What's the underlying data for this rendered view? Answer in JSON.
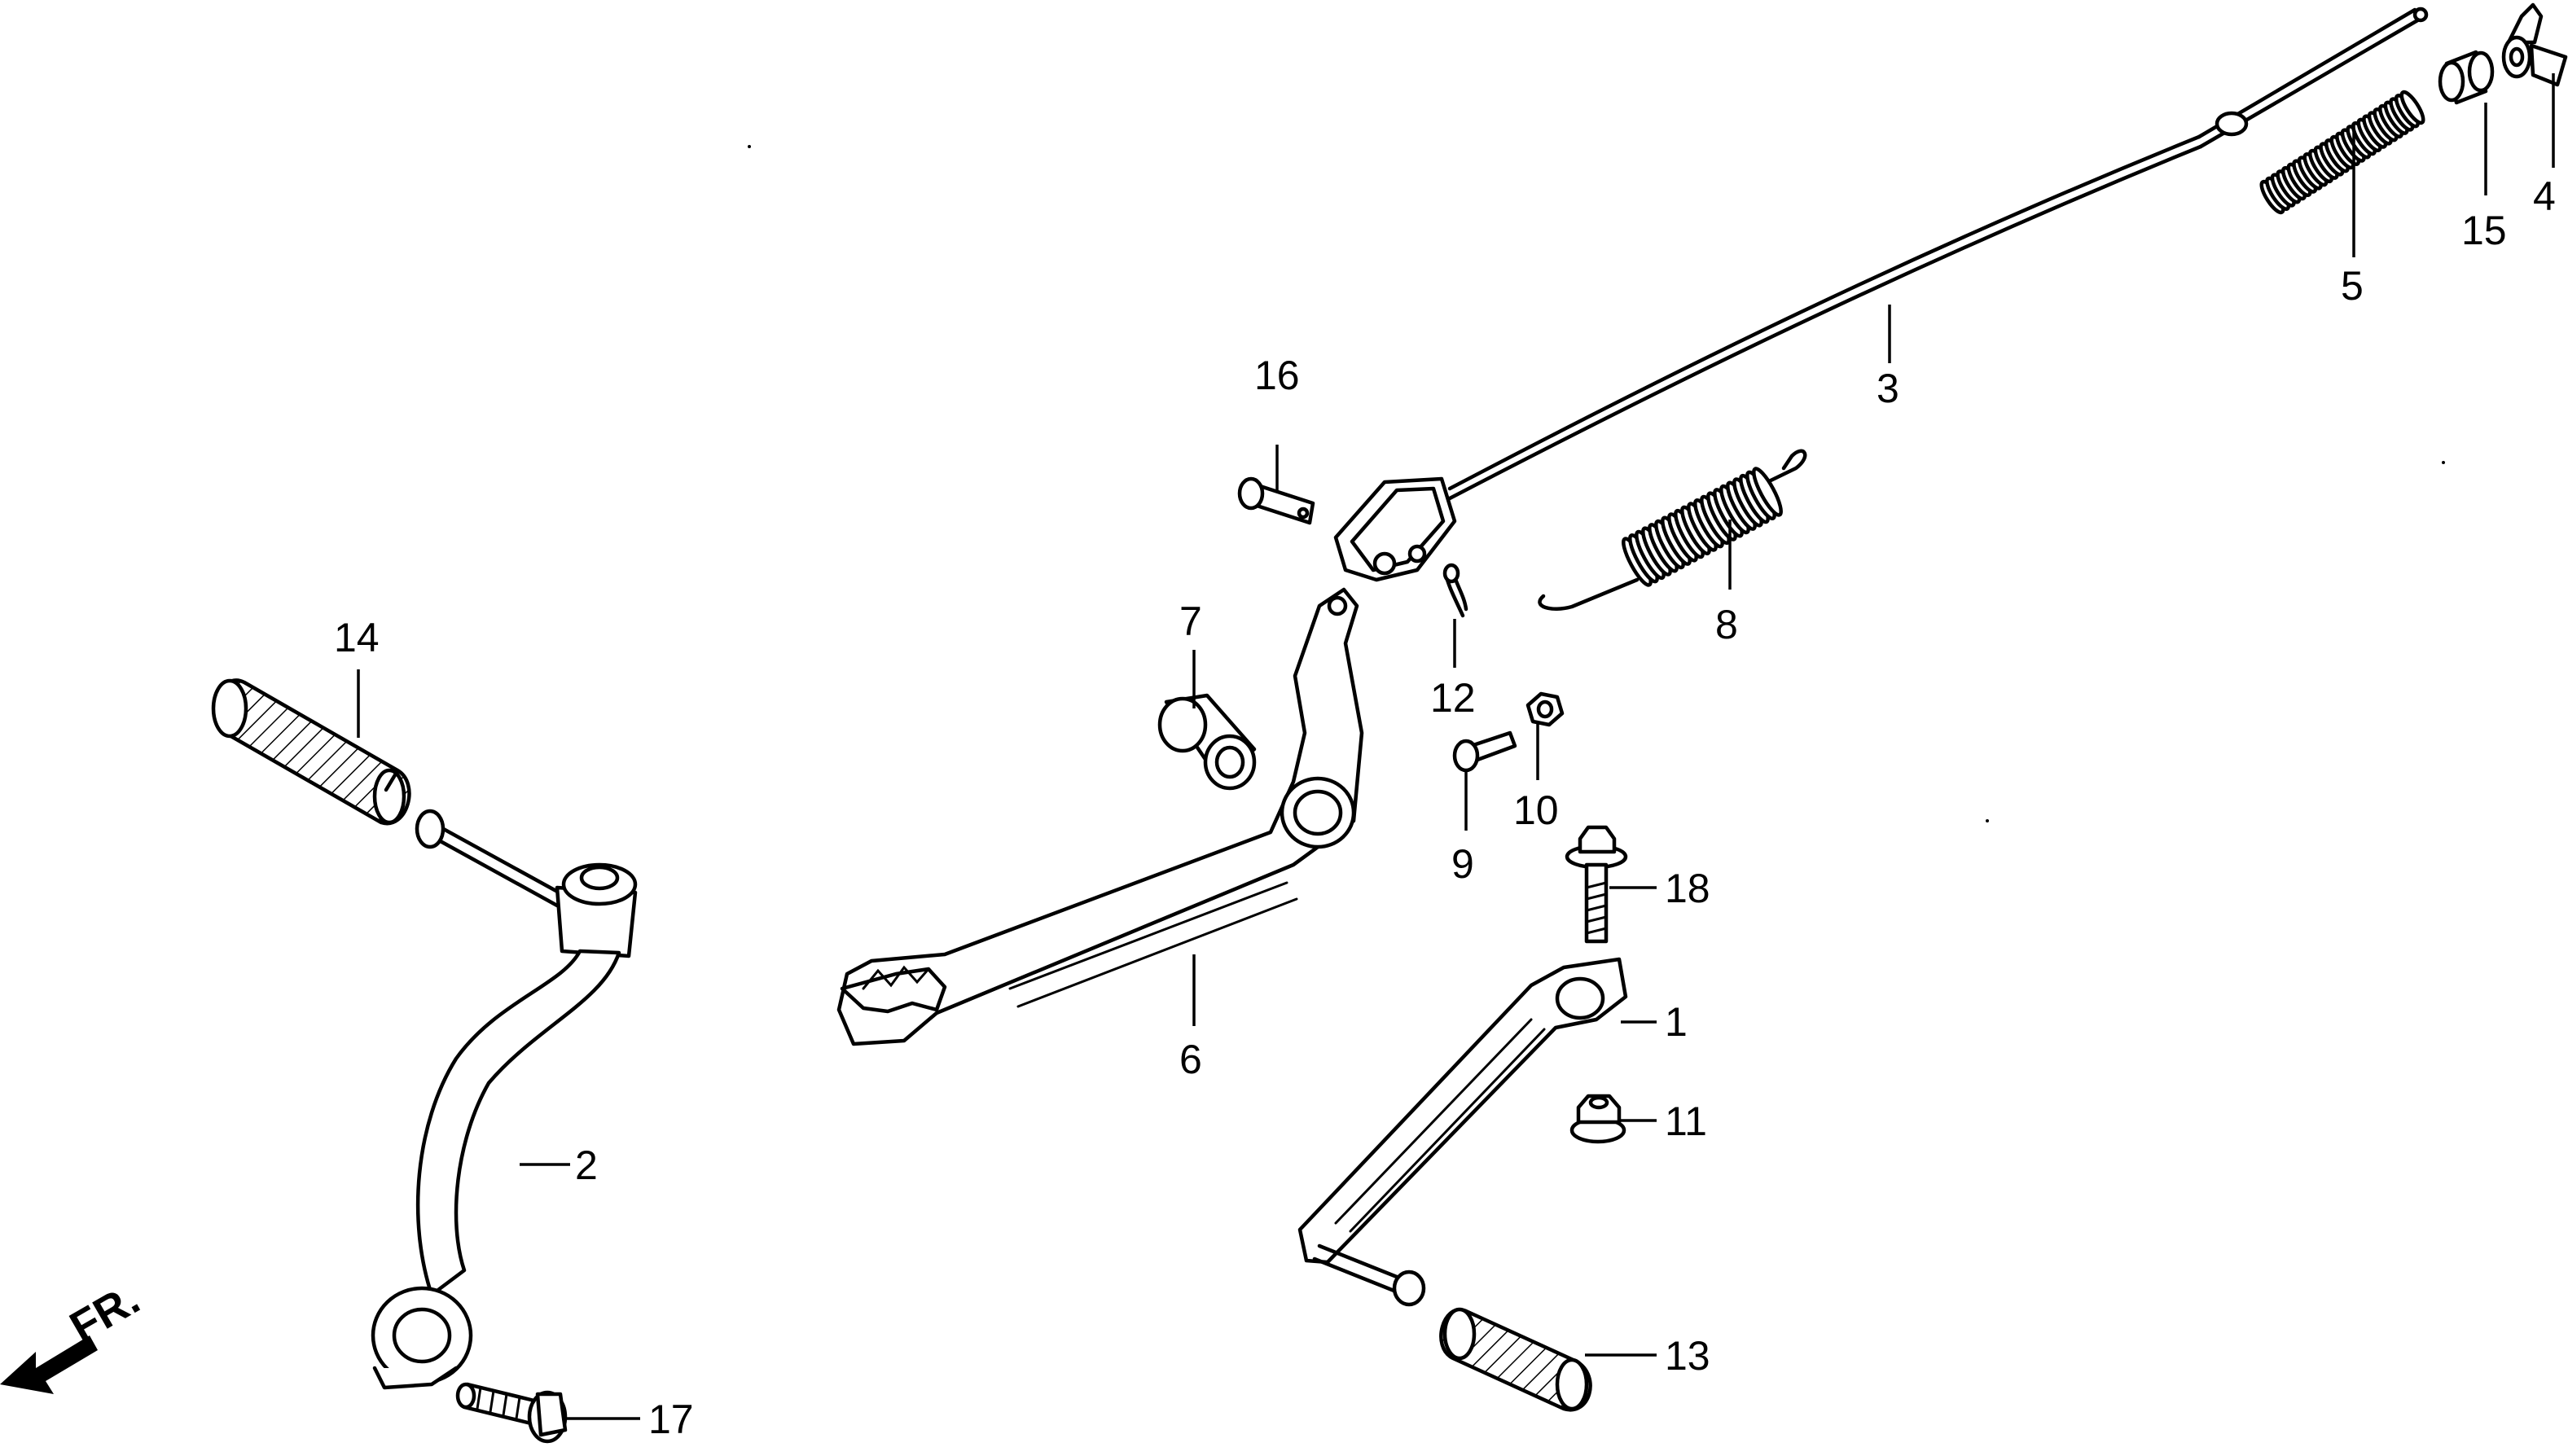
{
  "diagram": {
    "kind": "exploded parts diagram",
    "direction_indicator": "FR.",
    "callouts": [
      {
        "id": "c1",
        "text": "1"
      },
      {
        "id": "c2",
        "text": "2"
      },
      {
        "id": "c3",
        "text": "3"
      },
      {
        "id": "c4",
        "text": "4"
      },
      {
        "id": "c5",
        "text": "5"
      },
      {
        "id": "c6",
        "text": "6"
      },
      {
        "id": "c7",
        "text": "7"
      },
      {
        "id": "c8",
        "text": "8"
      },
      {
        "id": "c9",
        "text": "9"
      },
      {
        "id": "c10",
        "text": "10"
      },
      {
        "id": "c11",
        "text": "11"
      },
      {
        "id": "c12",
        "text": "12"
      },
      {
        "id": "c13",
        "text": "13"
      },
      {
        "id": "c14",
        "text": "14"
      },
      {
        "id": "c15",
        "text": "15"
      },
      {
        "id": "c16",
        "text": "16"
      },
      {
        "id": "c17",
        "text": "17"
      },
      {
        "id": "c18",
        "text": "18"
      }
    ],
    "icons": [
      "front-arrow-icon"
    ]
  }
}
